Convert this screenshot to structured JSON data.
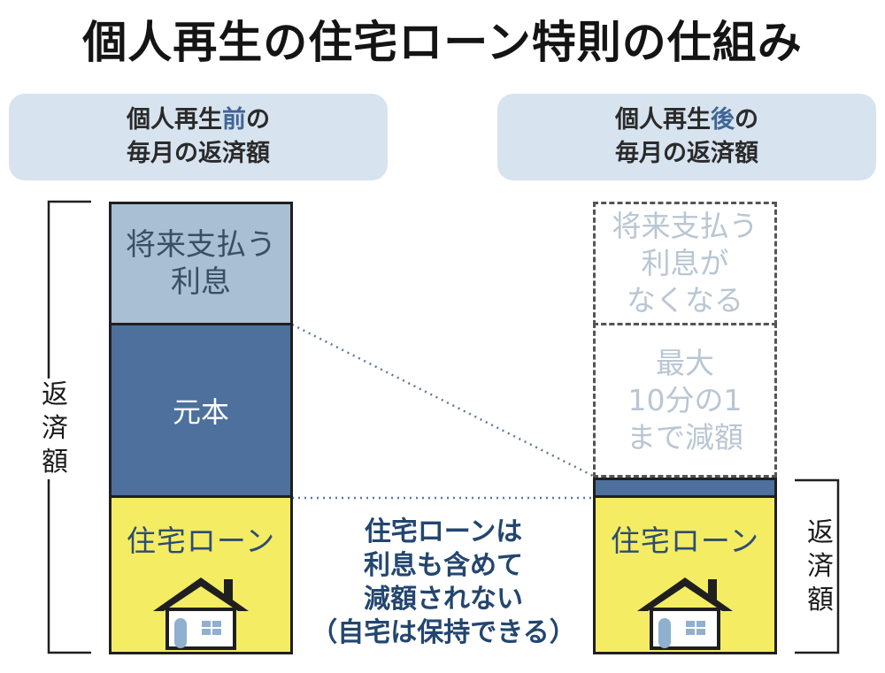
{
  "title": "個人再生の住宅ローン特則の仕組み",
  "before": {
    "header_part1": "個人再生",
    "header_accent": "前",
    "header_part2": "の",
    "header_line2": "毎月の返済額",
    "future_interest_l1": "将来支払う",
    "future_interest_l2": "利息",
    "principal": "元本",
    "loan": "住宅ローン"
  },
  "after": {
    "header_part1": "個人再生",
    "header_accent": "後",
    "header_part2": "の",
    "header_line2": "毎月の返済額",
    "no_interest_l1": "将来支払う",
    "no_interest_l2": "利息が",
    "no_interest_l3": "なくなる",
    "reduction_l1": "最大",
    "reduction_l2": "10分の1",
    "reduction_l3": "まで減額",
    "loan": "住宅ローン"
  },
  "repayment_label": [
    "返",
    "済",
    "額"
  ],
  "note": {
    "l1": "住宅ローンは",
    "l2": "利息も含めて",
    "l3": "減額されない",
    "l4": "（自宅は保持できる）"
  },
  "colors": {
    "pill_bg": "#d7e3ef",
    "accent_blue": "#3f6695",
    "future_interest": "#a9bfd3",
    "principal": "#4d709c",
    "loan_yellow": "#f4ec63",
    "note_text": "#23466f"
  },
  "icons": [
    "house-icon"
  ]
}
